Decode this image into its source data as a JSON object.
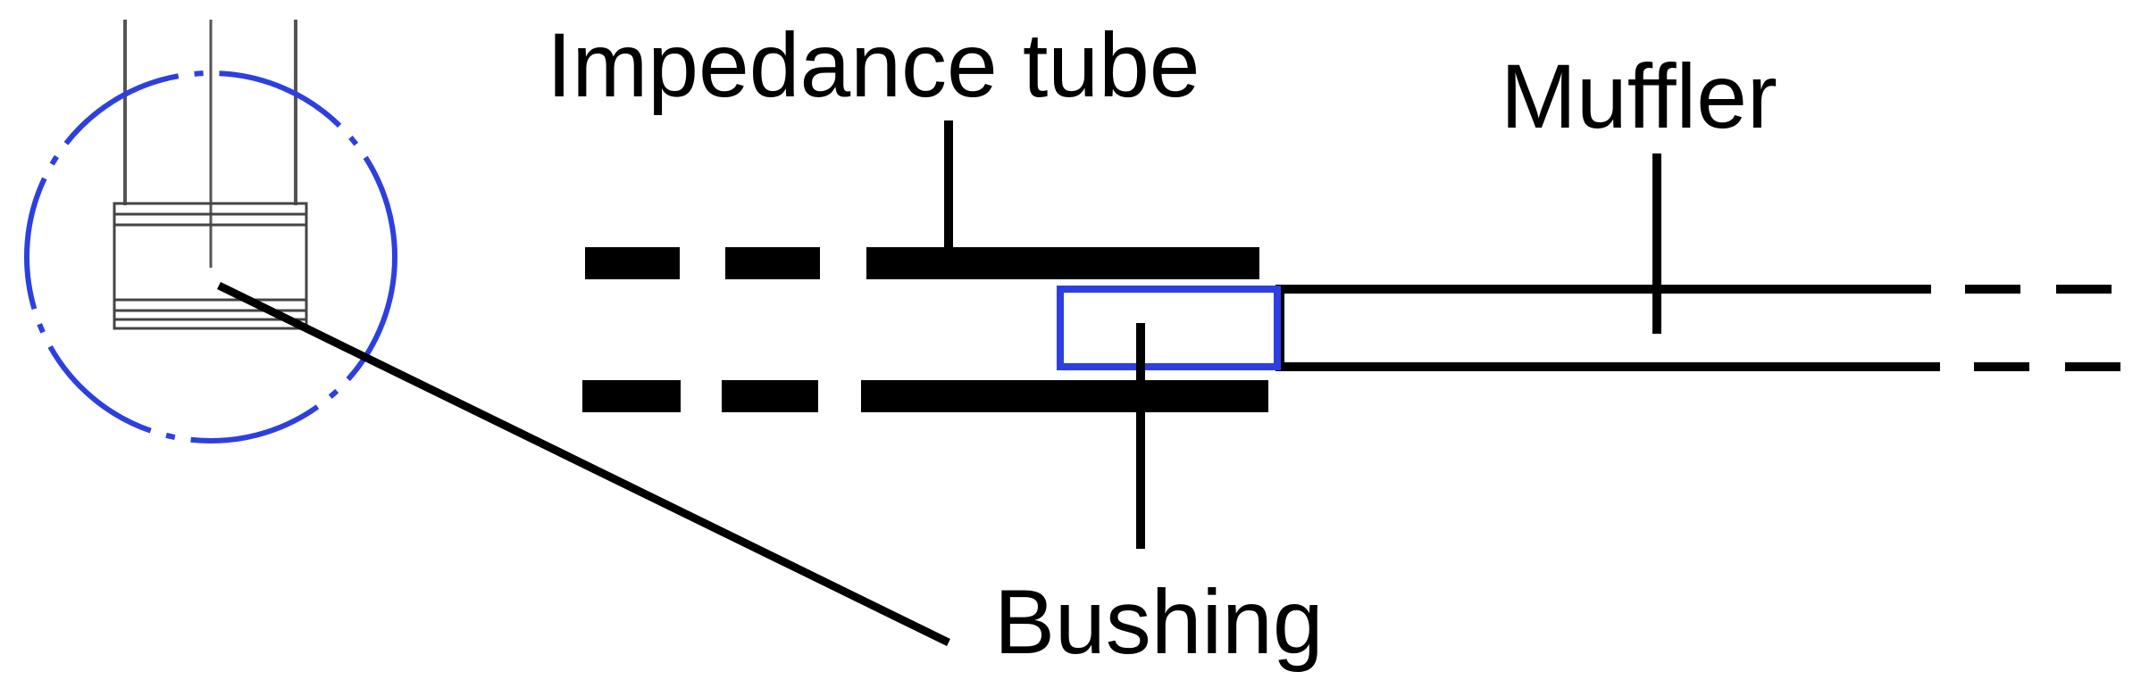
{
  "labels": {
    "impedance_tube": "Impedance tube",
    "muffler": "Muffler",
    "bushing": "Bushing"
  },
  "colors": {
    "line": "#000000",
    "highlight": "#2d3fe0",
    "background": "#ffffff"
  }
}
